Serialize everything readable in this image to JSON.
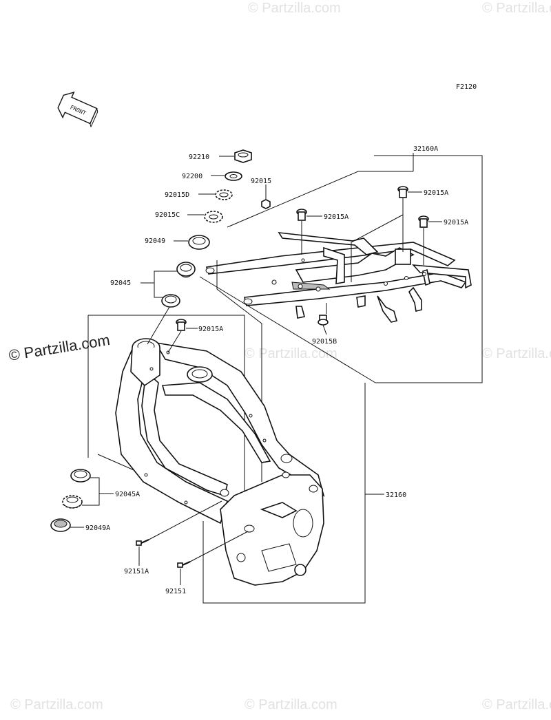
{
  "diagram_code": "F2120",
  "front_label": "FRONT",
  "brand_watermark": "© Partzilla.com",
  "faint_watermark": "© Partzilla.com",
  "parts": {
    "p92210": "92210",
    "p92200": "92200",
    "p92015d": "92015D",
    "p92015": "92015",
    "p92015c": "92015C",
    "p92049": "92049",
    "p92045": "92045",
    "p32160a": "32160A",
    "p92015a_1": "92015A",
    "p92015a_2": "92015A",
    "p92015a_3": "92015A",
    "p92015a_4": "92015A",
    "p92015b": "92015B",
    "p92045a": "92045A",
    "p92049a": "92049A",
    "p32160": "32160",
    "p92151a": "92151A",
    "p92151": "92151"
  }
}
